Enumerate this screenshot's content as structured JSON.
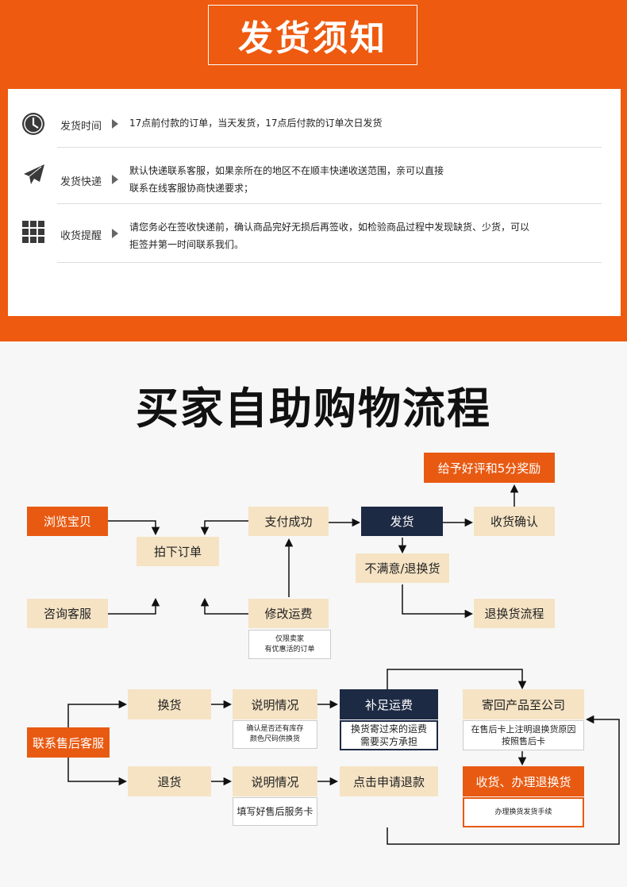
{
  "header": {
    "title": "发货须知"
  },
  "notice_rows": [
    {
      "label": "发货时间",
      "icon": "clock-icon",
      "text": "17点前付款的订单，当天发货，17点后付款的订单次日发货"
    },
    {
      "label": "发货快递",
      "icon": "airplane-icon",
      "text": "默认快递联系客服，如果亲所在的地区不在顺丰快递收送范围，亲可以直接\n联系在线客服协商快递要求；"
    },
    {
      "label": "收货提醒",
      "icon": "grid-icon",
      "text": "请您务必在签收快递前，确认商品完好无损后再签收，如检验商品过程中发现缺货、少货，可以\n拒签并第一时间联系我们。"
    }
  ],
  "flow": {
    "title": "买家自助购物流程",
    "nodes": {
      "browse": "浏览宝贝",
      "order": "拍下订单",
      "pay": "支付成功",
      "ship": "发货",
      "receive": "收货确认",
      "review": "给予好评和5分奖励",
      "unsatisfied": "不满意/退换货",
      "return_flow": "退换货流程",
      "consult": "咨询客服",
      "modify_fee": "修改运费",
      "modify_note": "仅限卖家\n有优惠活的订单"
    }
  },
  "after_sales": {
    "contact": "联系售后客服",
    "exchange": "换货",
    "refund": "退货",
    "explain1": "说明情况",
    "explain1_note": "确认是否还有库存\n颜色尺码供换货",
    "explain2": "说明情况",
    "explain2_note": "填写好售后服务卡",
    "add_fee": "补足运费",
    "add_fee_note": "换货寄过来的运费\n需要买方承担",
    "apply_refund": "点击申请退款",
    "send_back": "寄回产品至公司",
    "send_back_note": "在售后卡上注明退换货原因\n按照售后卡",
    "handle": "收货、办理退换货",
    "handle_note": "办理换货发货手续"
  },
  "colors": {
    "orange": "#ee5a0f",
    "navy": "#1d2a44",
    "beige": "#f5e3c4"
  }
}
